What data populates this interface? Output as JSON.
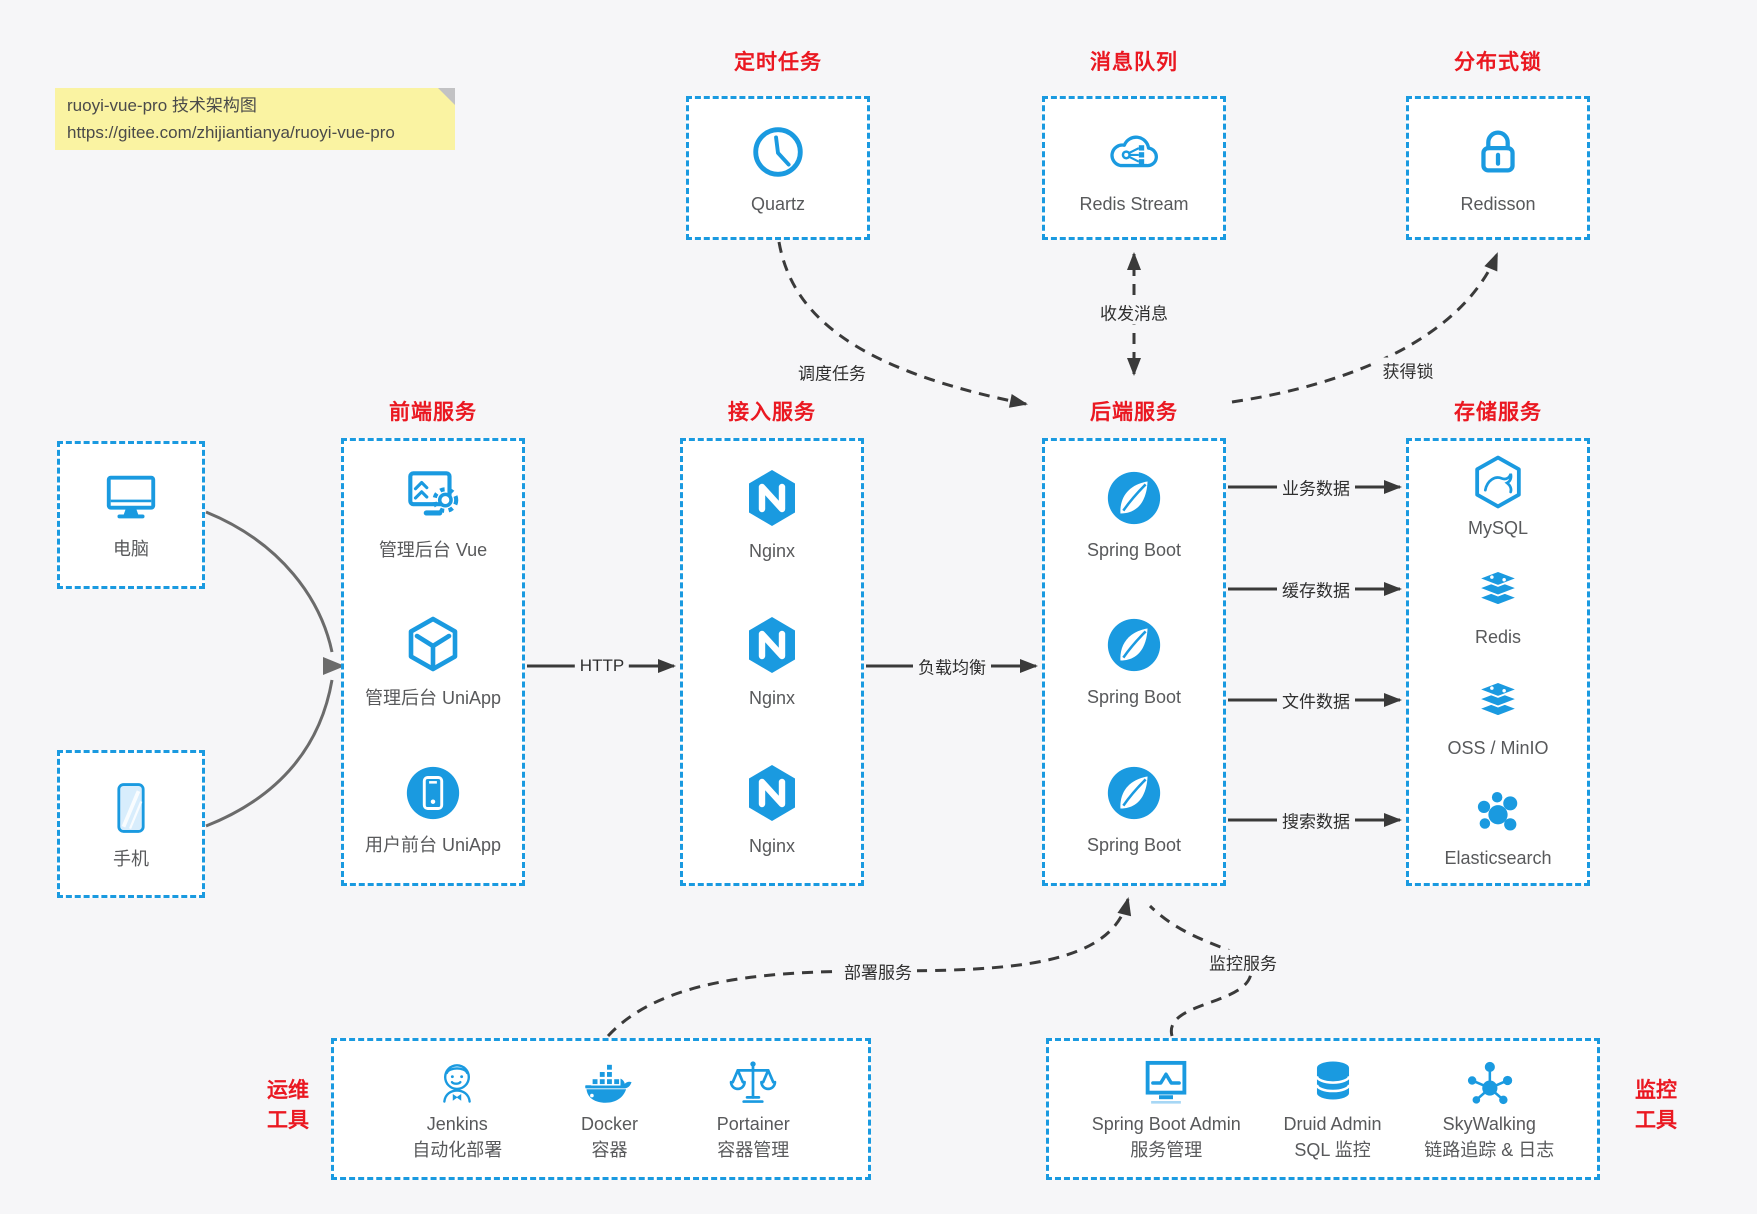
{
  "note": {
    "line1": "ruoyi-vue-pro 技术架构图",
    "line2": "https://gitee.com/zhijiantianya/ruoyi-vue-pro"
  },
  "colors": {
    "canvas_bg": "#f6f6f8",
    "accent_blue": "#1a9ae0",
    "title_red": "#ea1821",
    "arrow_dark": "#3a3a3a",
    "arrow_gray": "#6b6b6b",
    "note_bg": "#faf3a2"
  },
  "top_services": [
    {
      "title": "定时任务",
      "icon": "clock-icon",
      "label": "Quartz"
    },
    {
      "title": "消息队列",
      "icon": "cloud-mq-icon",
      "label": "Redis Stream"
    },
    {
      "title": "分布式锁",
      "icon": "lock-icon",
      "label": "Redisson"
    }
  ],
  "clients": [
    {
      "icon": "desktop-icon",
      "label": "电脑"
    },
    {
      "icon": "mobile-icon",
      "label": "手机"
    }
  ],
  "columns": [
    {
      "title": "前端服务",
      "items": [
        {
          "icon": "admin-vue-icon",
          "label": "管理后台 Vue"
        },
        {
          "icon": "uniapp-cube-icon",
          "label": "管理后台 UniApp"
        },
        {
          "icon": "user-app-icon",
          "label": "用户前台 UniApp"
        }
      ]
    },
    {
      "title": "接入服务",
      "items": [
        {
          "icon": "nginx-icon",
          "label": "Nginx"
        },
        {
          "icon": "nginx-icon",
          "label": "Nginx"
        },
        {
          "icon": "nginx-icon",
          "label": "Nginx"
        }
      ]
    },
    {
      "title": "后端服务",
      "items": [
        {
          "icon": "spring-boot-icon",
          "label": "Spring Boot"
        },
        {
          "icon": "spring-boot-icon",
          "label": "Spring Boot"
        },
        {
          "icon": "spring-boot-icon",
          "label": "Spring Boot"
        }
      ]
    },
    {
      "title": "存储服务",
      "items": [
        {
          "icon": "mysql-icon",
          "label": "MySQL"
        },
        {
          "icon": "redis-icon",
          "label": "Redis"
        },
        {
          "icon": "oss-icon",
          "label": "OSS / MinIO"
        },
        {
          "icon": "elasticsearch-icon",
          "label": "Elasticsearch"
        }
      ]
    }
  ],
  "edges": {
    "http": "HTTP",
    "load_balance": "负载均衡",
    "business_data": "业务数据",
    "cache_data": "缓存数据",
    "file_data": "文件数据",
    "search_data": "搜索数据",
    "schedule_task": "调度任务",
    "send_receive_msg": "收发消息",
    "acquire_lock": "获得锁",
    "deploy_service": "部署服务",
    "monitor_service": "监控服务"
  },
  "ops_tools": {
    "side_title_line1": "运维",
    "side_title_line2": "工具",
    "items": [
      {
        "icon": "jenkins-icon",
        "label": "Jenkins",
        "sublabel": "自动化部署"
      },
      {
        "icon": "docker-icon",
        "label": "Docker",
        "sublabel": "容器"
      },
      {
        "icon": "portainer-icon",
        "label": "Portainer",
        "sublabel": "容器管理"
      }
    ]
  },
  "monitor_tools": {
    "side_title_line1": "监控",
    "side_title_line2": "工具",
    "items": [
      {
        "icon": "spring-boot-admin-icon",
        "label": "Spring Boot Admin",
        "sublabel": "服务管理"
      },
      {
        "icon": "druid-icon",
        "label": "Druid Admin",
        "sublabel": "SQL 监控"
      },
      {
        "icon": "skywalking-icon",
        "label": "SkyWalking",
        "sublabel": "链路追踪 & 日志"
      }
    ]
  }
}
